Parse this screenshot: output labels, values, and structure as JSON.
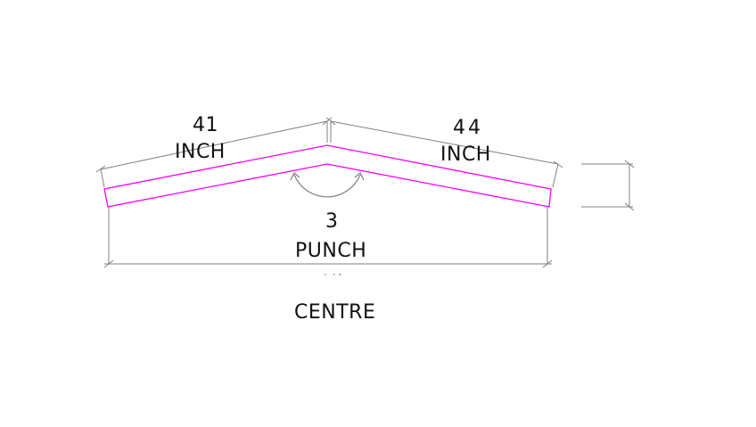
{
  "drawing": {
    "left_length": {
      "value": "41",
      "unit": "INCH"
    },
    "right_length": {
      "value": "44",
      "unit": "INCH"
    },
    "bend": {
      "value": "3",
      "label": "PUNCH"
    },
    "footer_label": "CENTRE"
  },
  "colors": {
    "profile": "#ff00ff",
    "dimension": "#808080",
    "text": "#111111",
    "background": "#ffffff"
  }
}
